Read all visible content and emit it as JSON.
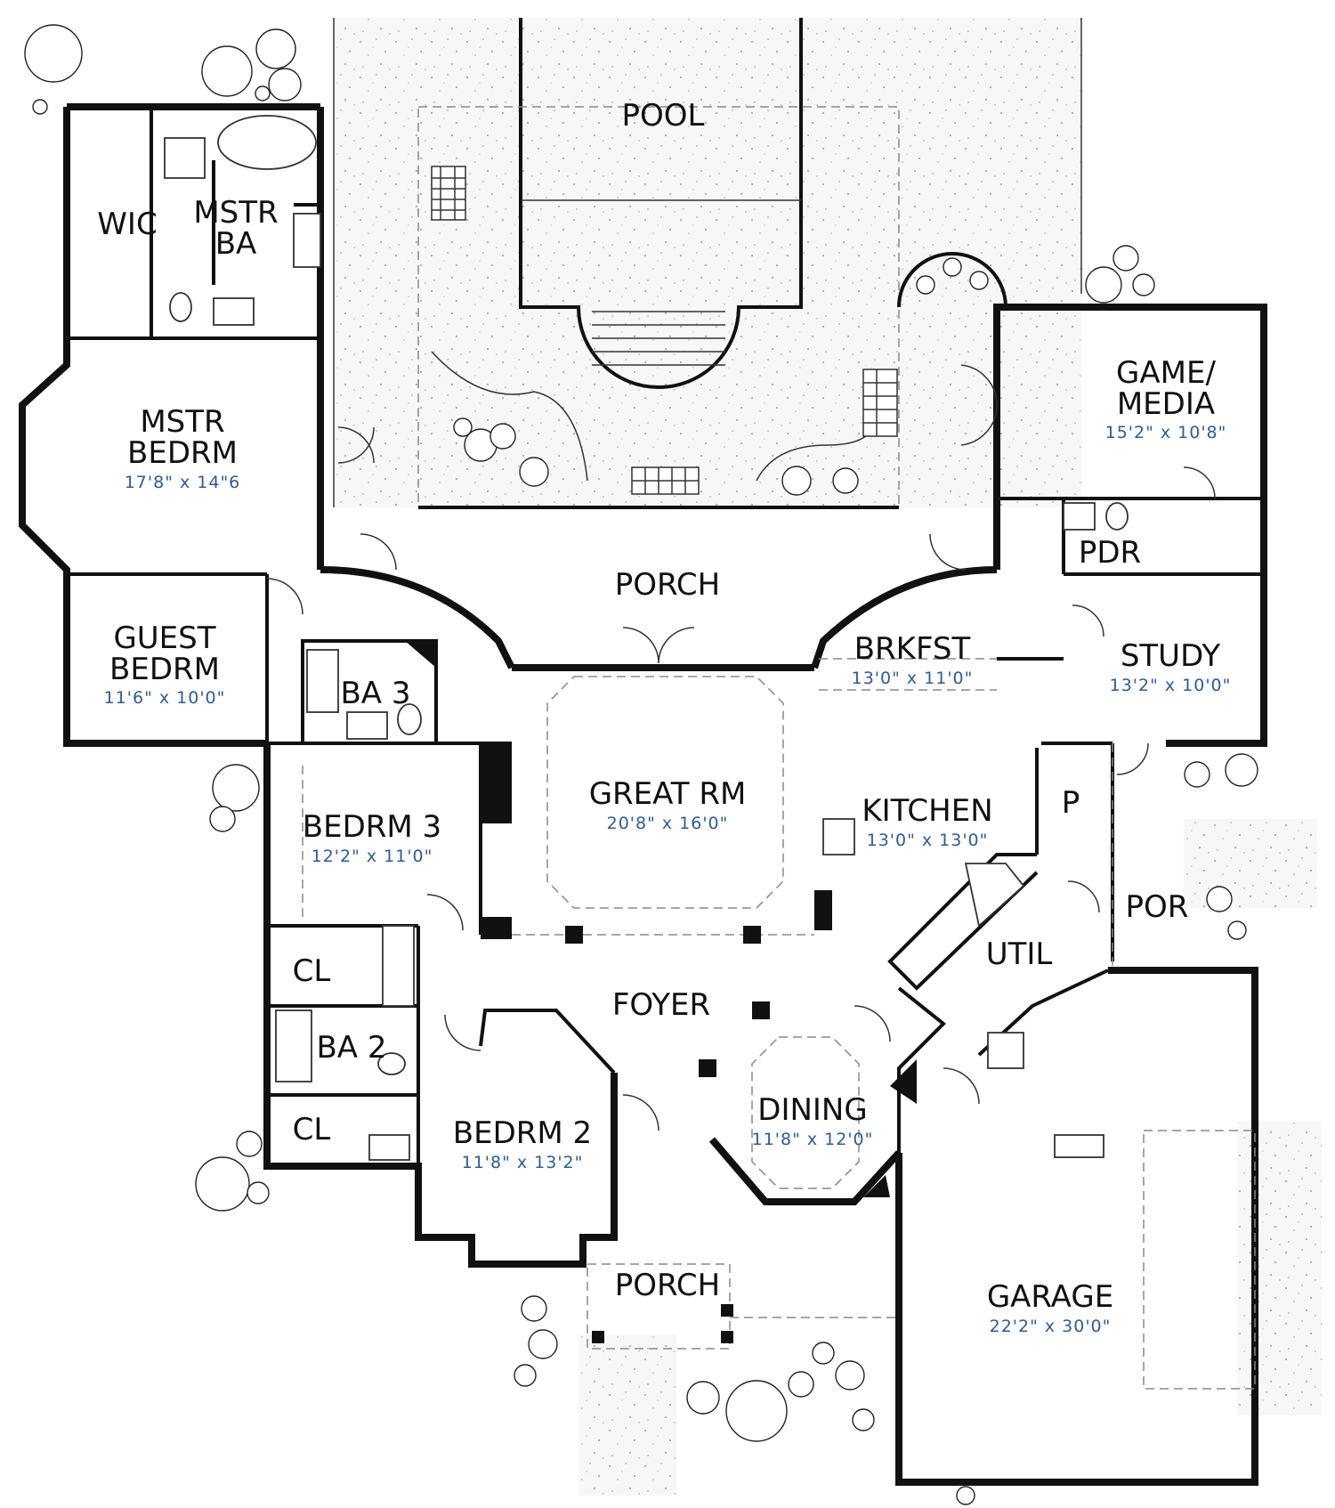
{
  "rooms": [
    {
      "id": "pool",
      "name": "POOL",
      "dims": ""
    },
    {
      "id": "wic",
      "name": "WIC",
      "dims": ""
    },
    {
      "id": "mstr-ba",
      "name": "MSTR\nBA",
      "dims": ""
    },
    {
      "id": "mstr-bedrm",
      "name": "MSTR\nBEDRM",
      "dims": "17'8\" x 14\"6"
    },
    {
      "id": "guest-bedrm",
      "name": "GUEST\nBEDRM",
      "dims": "11'6\" x 10'0\""
    },
    {
      "id": "ba3",
      "name": "BA 3",
      "dims": ""
    },
    {
      "id": "porch-rear",
      "name": "PORCH",
      "dims": ""
    },
    {
      "id": "game-media",
      "name": "GAME/\nMEDIA",
      "dims": "15'2\" x 10'8\""
    },
    {
      "id": "pdr",
      "name": "PDR",
      "dims": ""
    },
    {
      "id": "brkfst",
      "name": "BRKFST",
      "dims": "13'0\" x 11'0\""
    },
    {
      "id": "study",
      "name": "STUDY",
      "dims": "13'2\" x 10'0\""
    },
    {
      "id": "great-rm",
      "name": "GREAT RM",
      "dims": "20'8\" x 16'0\""
    },
    {
      "id": "bedrm3",
      "name": "BEDRM 3",
      "dims": "12'2\" x 11'0\""
    },
    {
      "id": "kitchen",
      "name": "KITCHEN",
      "dims": "13'0\" x 13'0\""
    },
    {
      "id": "pantry",
      "name": "P",
      "dims": ""
    },
    {
      "id": "por",
      "name": "POR",
      "dims": ""
    },
    {
      "id": "util",
      "name": "UTIL",
      "dims": ""
    },
    {
      "id": "cl-upper",
      "name": "CL",
      "dims": ""
    },
    {
      "id": "foyer",
      "name": "FOYER",
      "dims": ""
    },
    {
      "id": "ba2",
      "name": "BA 2",
      "dims": ""
    },
    {
      "id": "dining",
      "name": "DINING",
      "dims": "11'8\" x 12'0\""
    },
    {
      "id": "cl-lower",
      "name": "CL",
      "dims": ""
    },
    {
      "id": "bedrm2",
      "name": "BEDRM 2",
      "dims": "11'8\" x 13'2\""
    },
    {
      "id": "porch-front",
      "name": "PORCH",
      "dims": ""
    },
    {
      "id": "garage",
      "name": "GARAGE",
      "dims": "22'2\" x 30'0\""
    }
  ]
}
